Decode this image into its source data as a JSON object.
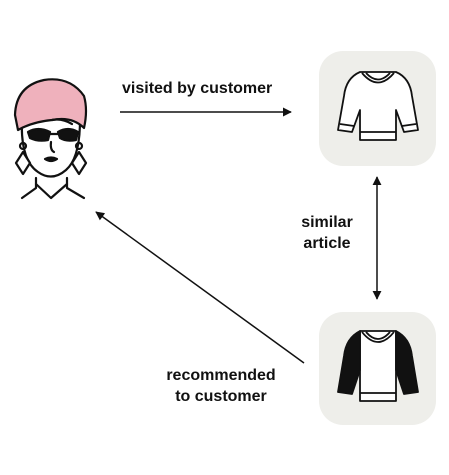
{
  "edges": {
    "visited": {
      "label": "visited by customer"
    },
    "similar": {
      "label_line1": "similar",
      "label_line2": "article"
    },
    "recommended": {
      "label_line1": "recommended",
      "label_line2": "to customer"
    }
  },
  "nodes": {
    "customer": {
      "icon": "customer-avatar-icon",
      "hair_color": "#efb1bc"
    },
    "visited_article": {
      "icon": "sweater-icon"
    },
    "recommended_article": {
      "icon": "sweater-dark-sleeves-icon"
    }
  },
  "colors": {
    "card_bg": "#eeeeea",
    "line": "#111111",
    "text": "#111111"
  }
}
